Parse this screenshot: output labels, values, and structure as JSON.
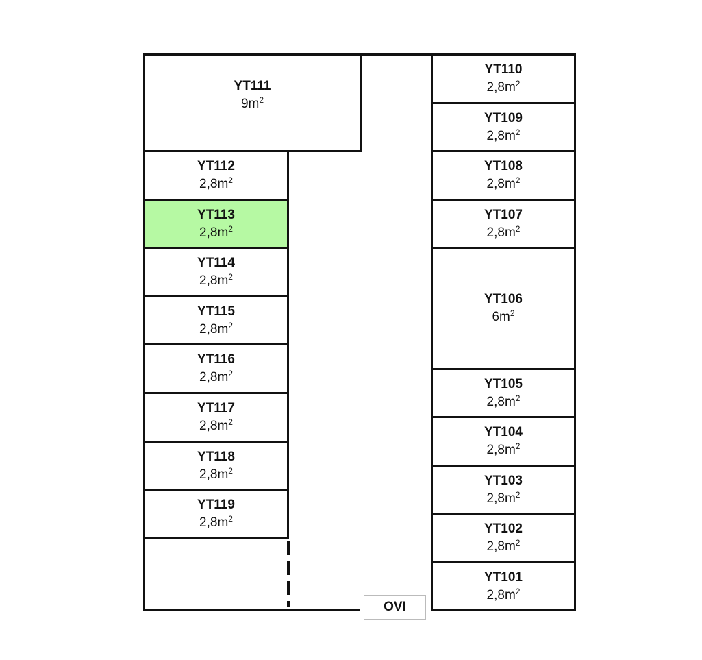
{
  "title": "Storage unit floor plan",
  "area_unit_sup": "2",
  "highlight_color": "#b6f9a3",
  "units": [
    {
      "id": "YT111",
      "area": "9m"
    },
    {
      "id": "YT112",
      "area": "2,8m"
    },
    {
      "id": "YT113",
      "area": "2,8m",
      "highlighted": true
    },
    {
      "id": "YT114",
      "area": "2,8m"
    },
    {
      "id": "YT115",
      "area": "2,8m"
    },
    {
      "id": "YT116",
      "area": "2,8m"
    },
    {
      "id": "YT117",
      "area": "2,8m"
    },
    {
      "id": "YT118",
      "area": "2,8m"
    },
    {
      "id": "YT119",
      "area": "2,8m"
    },
    {
      "id": "YT110",
      "area": "2,8m"
    },
    {
      "id": "YT109",
      "area": "2,8m"
    },
    {
      "id": "YT108",
      "area": "2,8m"
    },
    {
      "id": "YT107",
      "area": "2,8m"
    },
    {
      "id": "YT106",
      "area": "6m"
    },
    {
      "id": "YT105",
      "area": "2,8m"
    },
    {
      "id": "YT104",
      "area": "2,8m"
    },
    {
      "id": "YT103",
      "area": "2,8m"
    },
    {
      "id": "YT102",
      "area": "2,8m"
    },
    {
      "id": "YT101",
      "area": "2,8m"
    }
  ],
  "door_label": "OVI"
}
